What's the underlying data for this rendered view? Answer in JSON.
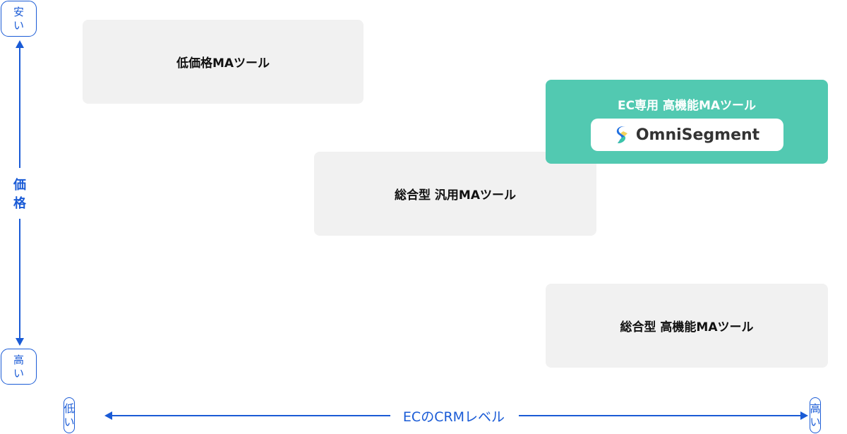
{
  "y_axis": {
    "label": "価格",
    "top": "安い",
    "bottom": "高い"
  },
  "x_axis": {
    "label": "ECのCRMレベル",
    "left": "低い",
    "right": "高い"
  },
  "boxes": {
    "low_price": "低価格MAツール",
    "general": "総合型 汎用MAツール",
    "ec": "EC専用 高機能MAツール",
    "advanced": "総合型 高機能MAツール"
  },
  "logo": {
    "text": "OmniSegment"
  },
  "colors": {
    "accent": "#1a5bd6",
    "highlight": "#52c9b1",
    "box": "#f1f1f1"
  }
}
